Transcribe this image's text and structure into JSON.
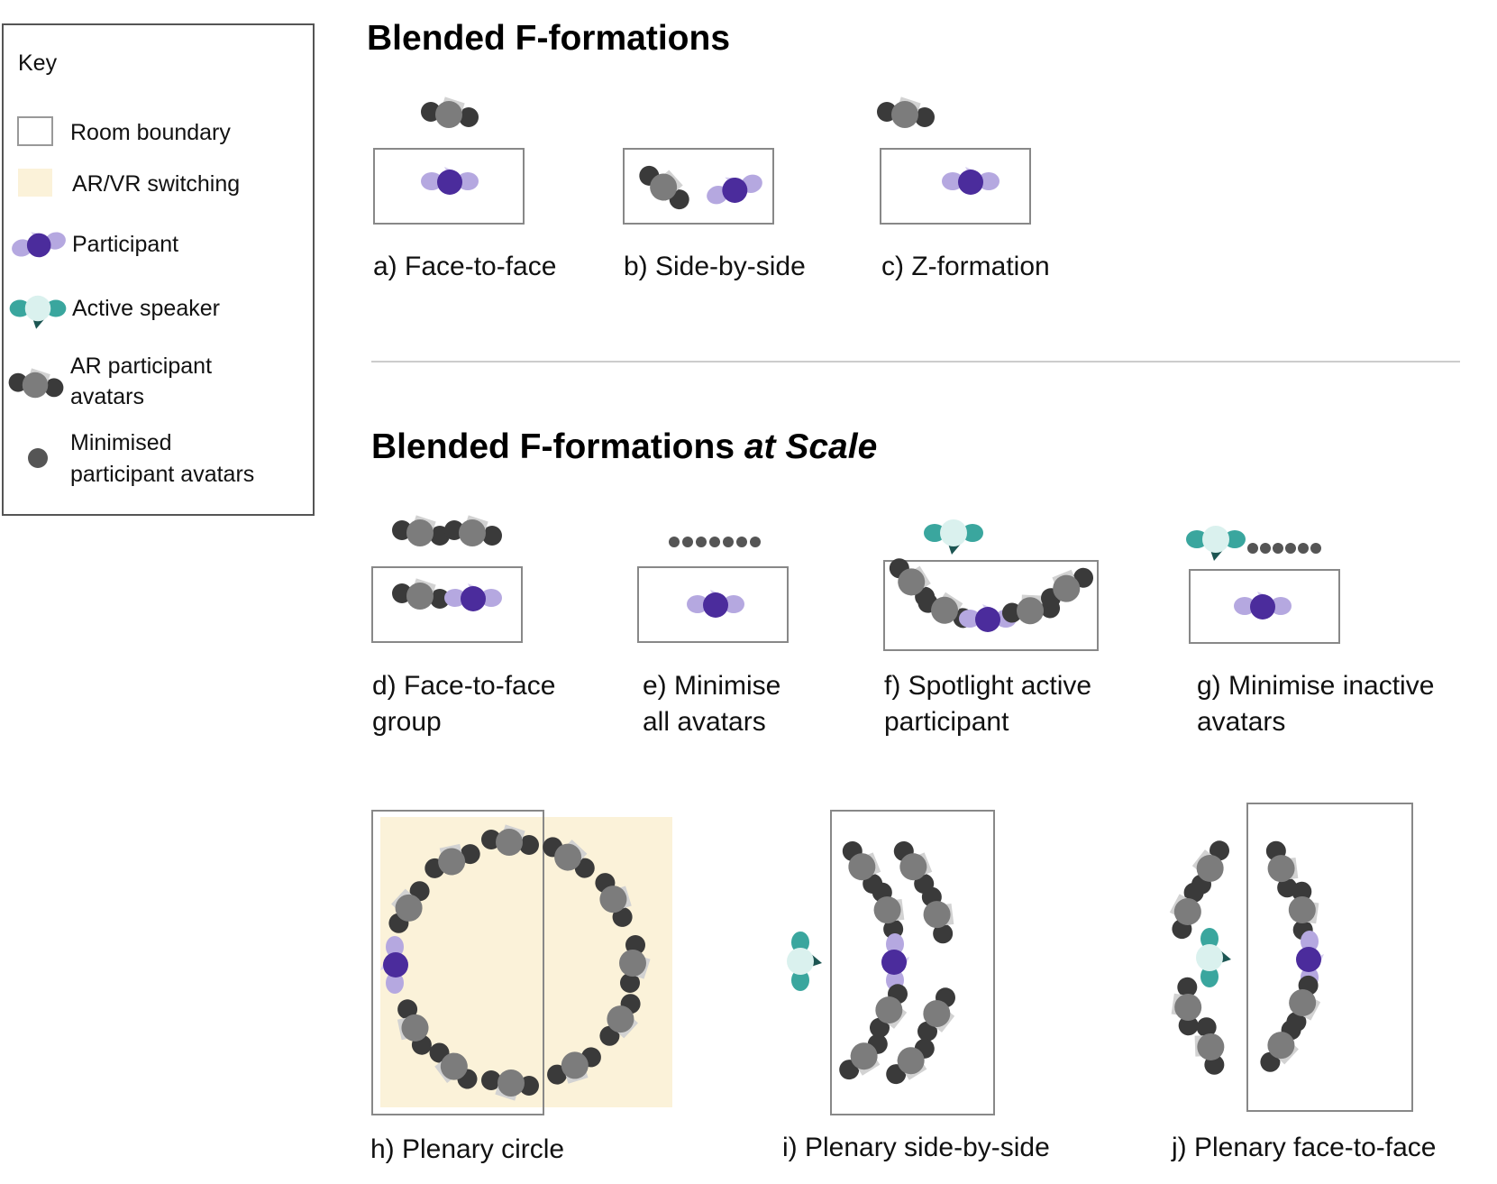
{
  "key": {
    "title": "Key",
    "items": [
      {
        "icon": "room-boundary",
        "label_lines": [
          "Room boundary"
        ]
      },
      {
        "icon": "ar-vr-switching",
        "label_lines": [
          "AR/VR switching"
        ]
      },
      {
        "icon": "participant",
        "label_lines": [
          "Participant"
        ]
      },
      {
        "icon": "active-speaker",
        "label_lines": [
          "Active speaker"
        ]
      },
      {
        "icon": "ar-participant-avatar",
        "label_lines": [
          "AR participant",
          "avatars"
        ]
      },
      {
        "icon": "minimised-avatar",
        "label_lines": [
          "Minimised",
          "participant avatars"
        ]
      }
    ]
  },
  "sections": {
    "blended": {
      "title": "Blended F-formations"
    },
    "scale": {
      "title_main": "Blended F-formations ",
      "title_emphasis": "at Scale"
    }
  },
  "panels": {
    "a": {
      "label_lines": [
        "a) Face-to-face"
      ]
    },
    "b": {
      "label_lines": [
        "b) Side-by-side"
      ]
    },
    "c": {
      "label_lines": [
        "c) Z-formation"
      ]
    },
    "d": {
      "label_lines": [
        "d) Face-to-face",
        "group"
      ]
    },
    "e": {
      "label_lines": [
        "e) Minimise",
        "all avatars"
      ]
    },
    "f": {
      "label_lines": [
        "f) Spotlight active",
        "participant"
      ]
    },
    "g": {
      "label_lines": [
        "g) Minimise inactive",
        "avatars"
      ]
    },
    "h": {
      "label_lines": [
        "h) Plenary circle"
      ]
    },
    "i": {
      "label_lines": [
        "i) Plenary side-by-side"
      ]
    },
    "j": {
      "label_lines": [
        "j) Plenary face-to-face"
      ]
    }
  },
  "colors": {
    "participant_body": "#4b2c9c",
    "participant_shoulder": "#b5a8e0",
    "speaker_body": "#daf1ee",
    "speaker_shoulder": "#3aa69e",
    "speaker_dark": "#1c5552",
    "avatar_body": "#7c7c7c",
    "avatar_shoulder": "#3a3a3a",
    "avatar_accent": "#d2d2d2",
    "minimised_dot": "#555555",
    "switching_fill": "#fbf2d9",
    "room_stroke": "#888888",
    "divider": "#cccccc"
  }
}
